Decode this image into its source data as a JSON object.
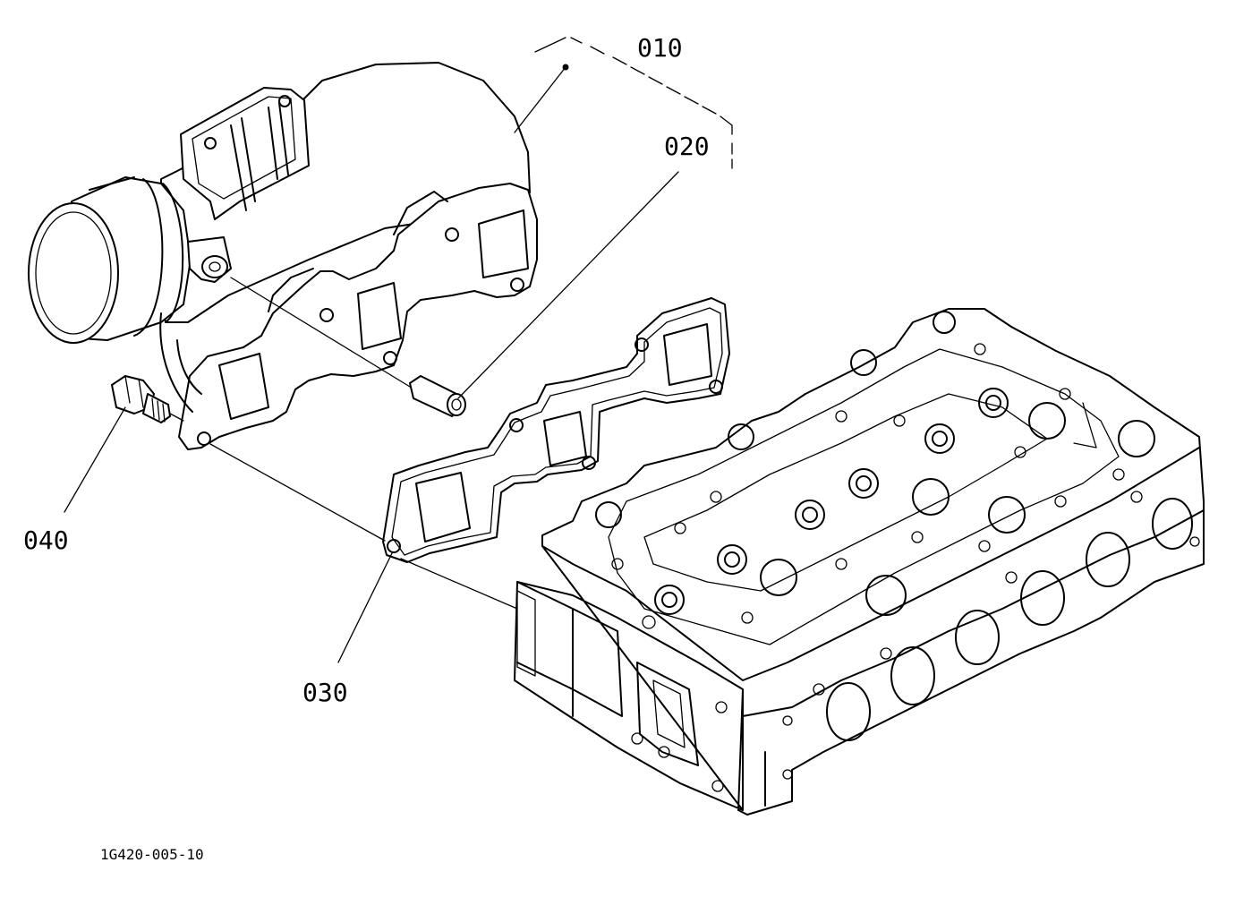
{
  "callouts": {
    "p010": "010",
    "p020": "020",
    "p030": "030",
    "p040": "040"
  },
  "drawing_code": "1G420-005-10",
  "colors": {
    "line": "#000000",
    "background": "#ffffff"
  }
}
